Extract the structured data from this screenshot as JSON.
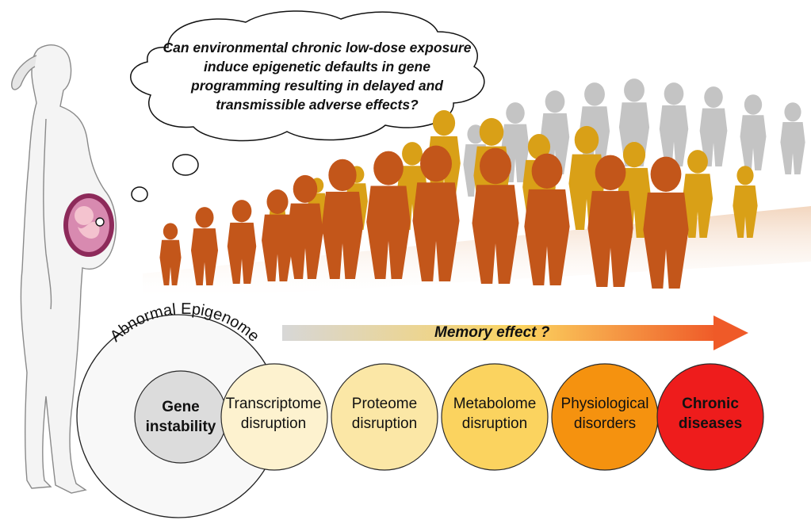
{
  "thought_bubble": {
    "question": "Can environmental chronic low-dose exposure induce epigenetic defaults in gene programming resulting in delayed and transmissible adverse effects?"
  },
  "arrow": {
    "label": "Memory effect ?"
  },
  "abnormal_epigenome": {
    "label": "Abnormal Epigenome"
  },
  "cascade": [
    {
      "line1": "Gene",
      "line2": "instability",
      "color": "#dcdcdc",
      "text_color": "#111111",
      "bold": true
    },
    {
      "line1": "Transcriptome",
      "line2": "disruption",
      "color": "#fdf2cf",
      "text_color": "#111111",
      "bold": false
    },
    {
      "line1": "Proteome",
      "line2": "disruption",
      "color": "#fbe7a6",
      "text_color": "#111111",
      "bold": false
    },
    {
      "line1": "Metabolome",
      "line2": "disruption",
      "color": "#fbd35f",
      "text_color": "#111111",
      "bold": false
    },
    {
      "line1": "Physiological",
      "line2": "disorders",
      "color": "#f5920f",
      "text_color": "#111111",
      "bold": false
    },
    {
      "line1": "Chronic",
      "line2": "diseases",
      "color": "#ee1c1c",
      "text_color": "#111111",
      "bold": true
    }
  ],
  "colors": {
    "silhouette_front": "#c3561a",
    "silhouette_mid": "#d9a017",
    "silhouette_back": "#c4c4c4",
    "arrow_start": "#d7d7d7",
    "arrow_mid": "#fbd35f",
    "arrow_end": "#ef5a28"
  }
}
